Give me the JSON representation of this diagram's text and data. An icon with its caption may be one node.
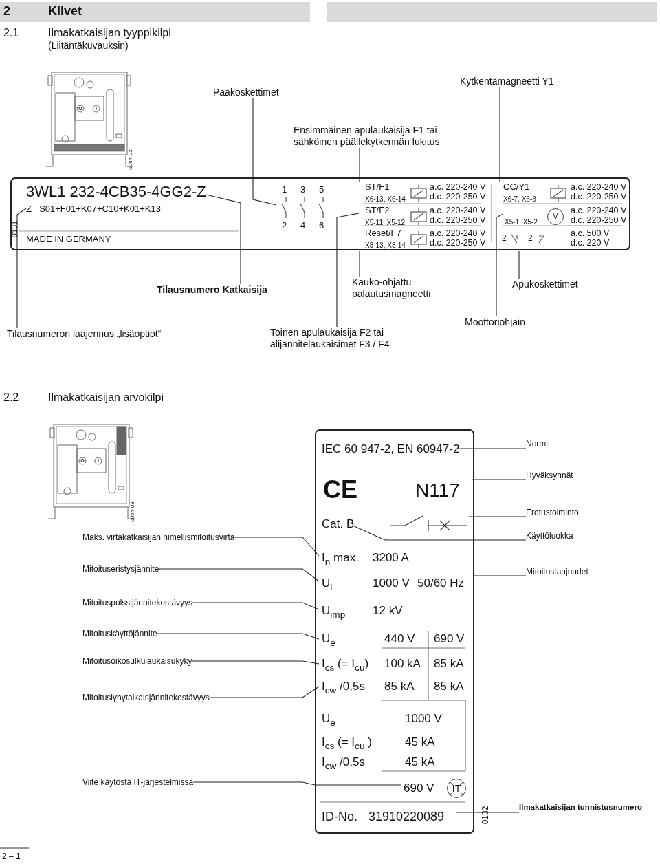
{
  "diagram": {
    "nodes": [
      {
        "text": [
          "Pääkoskettimet"
        ]
      },
      {
        "text": [
          "Kytkentämagneetti Y1"
        ]
      },
      {
        "text": [
          "Ensimmäinen apulaukaisija F1 tai sähköinen päällekytkennän lukitus"
        ]
      },
      {
        "text": [],
        "shape": "box"
      },
      {
        "text": [
          "3WL1 232-4CB35-4GG2-Z"
        ],
        "in": 3
      },
      {
        "text": [
          "Z= S01+F01+K07+C10+K01+K13"
        ],
        "in": 3
      },
      {
        "text": [
          "1",
          "3",
          "5",
          "2",
          "4",
          "6"
        ],
        "in": 3
      },
      {
        "text": [
          "ST/F1",
          "X6-13, X6-14",
          "a.c. 220-240 V",
          "d.c. 220-250 V"
        ],
        "in": 3
      },
      {
        "text": [
          "ST/F2",
          "X5-11, X5-12",
          "a.c. 220-240 V",
          "d.c. 220-250 V"
        ],
        "in": 3
      },
      {
        "text": [
          "Reset/F7",
          "X8-13, X8-14",
          "a.c. 220-240 V",
          "d.c. 220-250 V"
        ],
        "in": 3
      },
      {
        "text": [
          "CC/Y1",
          "X6-7, X6-8",
          "a.c. 220-240 V",
          "d.c. 220-250 V"
        ],
        "in": 3
      },
      {
        "text": [
          "X5-1, X5-2",
          "M",
          "a.c. 220-240 V",
          "d.c. 220-250 V"
        ],
        "in": 3
      },
      {
        "text": [
          "2",
          "2",
          "a.c. 500 V",
          "d.c. 220 V"
        ],
        "in": 3
      },
      {
        "text": [
          "Tilausnumero Katkaisija"
        ]
      },
      {
        "text": [
          "Kauko-ohjattu palautusmagneetti"
        ]
      },
      {
        "text": [
          "Apukoskettimet"
        ]
      },
      {
        "text": [
          "Tilausnumeron laajennus „lisäoptiot“"
        ]
      },
      {
        "text": [
          "Toinen apulaukaisija F2 tai alijännitelaukaisimet F3 / F4"
        ]
      },
      {
        "text": [
          "Moottoriohjain"
        ]
      },
      {
        "text": [
          "Normit"
        ]
      },
      {
        "text": [],
        "shape": "box"
      },
      {
        "text": [
          "IEC 60 947-2, EN 60947-2"
        ],
        "in": 20
      },
      {
        "text": [
          "CE",
          "N117"
        ],
        "in": 20
      },
      {
        "text": [],
        "shape": "switch",
        "in": 20
      },
      {
        "text": [
          "Cat. B"
        ],
        "in": 20
      },
      {
        "text": [
          "I$_{n}$ max.",
          "3200 A"
        ],
        "in": 20
      },
      {
        "text": [
          "U$_{i}$",
          "1000 V",
          "50/60 Hz"
        ],
        "in": 20
      },
      {
        "text": [
          "U$_{imp}$",
          "12 kV"
        ],
        "in": 20
      },
      {
        "text": [
          "U$_{e}$",
          "440 V",
          "690 V"
        ],
        "in": 20
      },
      {
        "text": [
          "I$_{cs}$ (= I$_{cu}$)",
          "100 kA",
          "85 kA"
        ],
        "in": 20
      },
      {
        "text": [
          "I$_{cw}$ /0,5s",
          "85 kA",
          "85 kA"
        ],
        "in": 20
      },
      {
        "text": [
          "U$_{e}$",
          "1000 V"
        ],
        "in": 20
      },
      {
        "text": [
          "I$_{cs}$ (= I$_{cu}$ )",
          "45 kA"
        ],
        "in": 20
      },
      {
        "text": [
          "I$_{cw}$ /0,5s",
          "45 kA"
        ],
        "in": 20
      },
      {
        "text": [
          "690 V",
          "IT"
        ],
        "in": 20
      },
      {
        "text": [
          "ID-No.",
          "31910220089"
        ],
        "in": 20
      },
      {
        "text": [
          "Hyväksynnät"
        ]
      },
      {
        "text": [
          "Erotustoiminto"
        ]
      },
      {
        "text": [
          "Maks. virtakatkaisijan nimellismitoitusvirta"
        ]
      },
      {
        "text": [
          "Käyttöluokka"
        ]
      },
      {
        "text": [
          "Mitoituseristysjännite"
        ]
      },
      {
        "text": [
          "Mitoitustaajuudet"
        ]
      },
      {
        "text": [
          "Mitoituspulssijännitekestävyys"
        ]
      },
      {
        "text": [
          "Mitoituskäyttöjännite"
        ]
      },
      {
        "text": [
          "Mitoitusoikosulkulaukaisukyky"
        ]
      },
      {
        "text": [
          "Mitoituslyhytaikaisjännitekestävyys"
        ]
      },
      {
        "text": [
          "Viite käytöstä IT-järjestelmissä"
        ]
      },
      {
        "text": [
          "Ilmakatkaisijan tunnistusnumero"
        ]
      }
    ],
    "edges": [
      {
        "from": 0,
        "to": 6,
        "arrow": "none"
      },
      {
        "from": 1,
        "to": 10,
        "arrow": "none"
      },
      {
        "from": 2,
        "to": 7,
        "arrow": "none"
      },
      {
        "from": 13,
        "to": 4,
        "arrow": "none"
      },
      {
        "from": 14,
        "to": 9,
        "arrow": "none"
      },
      {
        "from": 15,
        "to": 12,
        "arrow": "none"
      },
      {
        "from": 16,
        "to": 5,
        "arrow": "none"
      },
      {
        "from": 17,
        "to": 8,
        "arrow": "none"
      },
      {
        "from": 18,
        "to": 11,
        "arrow": "none"
      },
      {
        "from": 19,
        "to": 21,
        "arrow": "none"
      },
      {
        "from": 36,
        "to": 22,
        "arrow": "none"
      },
      {
        "from": 37,
        "to": 23,
        "arrow": "none"
      },
      {
        "from": 38,
        "to": 25,
        "arrow": "none"
      },
      {
        "from": 39,
        "to": 24,
        "arrow": "none"
      },
      {
        "from": 40,
        "to": 26,
        "arrow": "none"
      },
      {
        "from": 41,
        "to": 26,
        "arrow": "none"
      },
      {
        "from": 42,
        "to": 27,
        "arrow": "none"
      },
      {
        "from": 43,
        "to": 28,
        "arrow": "none"
      },
      {
        "from": 44,
        "to": 29,
        "arrow": "none"
      },
      {
        "from": 45,
        "to": 30,
        "arrow": "none"
      },
      {
        "from": 46,
        "to": 34,
        "arrow": "none"
      },
      {
        "from": 47,
        "to": 35,
        "arrow": "none"
      }
    ],
    "labels": [
      "2",
      "Kilvet",
      "2.1",
      "Ilmakatkaisijan tyyppikilpi",
      "(Liitäntäkuvauksin)",
      "O",
      "I",
      "0064-02",
      "0131",
      "MADE IN GERMANY",
      "2.2",
      "Ilmakatkaisijan arvokilpi",
      "O",
      "I",
      "0064-03",
      "0132",
      "2 – 1"
    ]
  }
}
